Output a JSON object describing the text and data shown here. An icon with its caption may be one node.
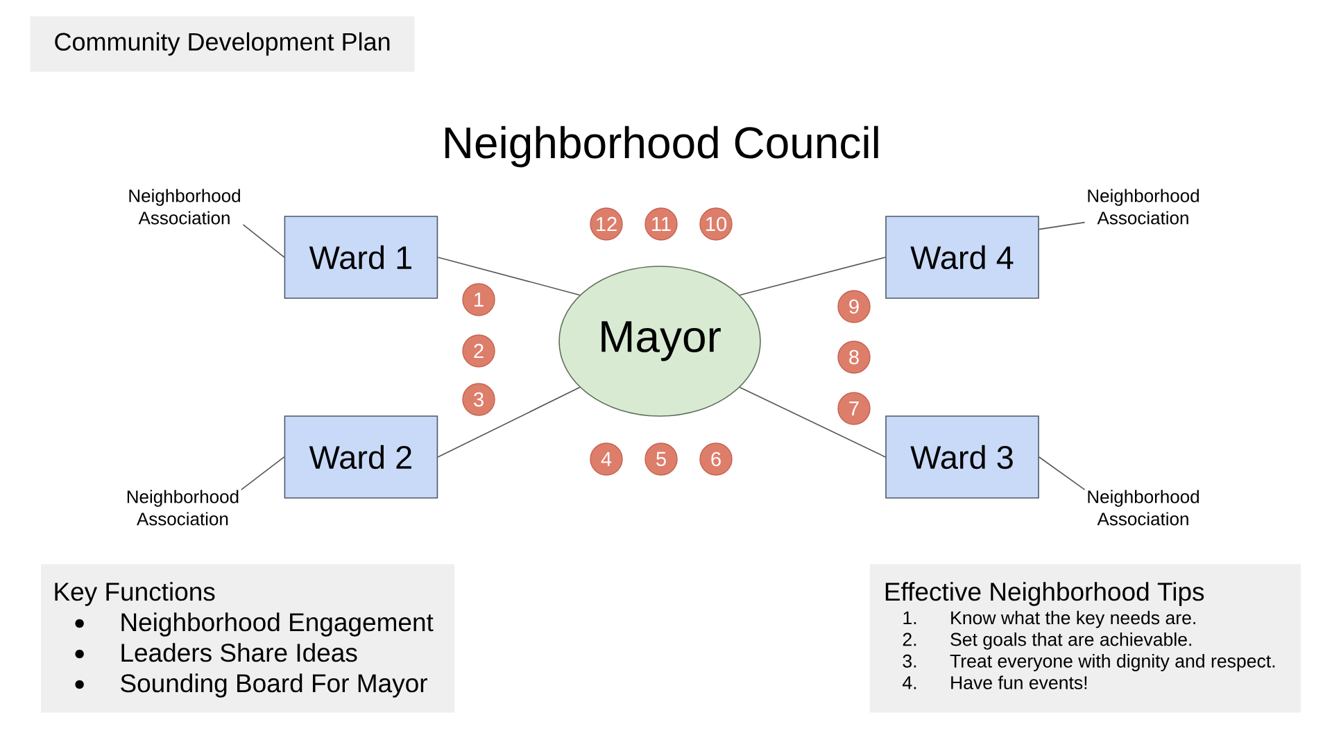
{
  "diagram": {
    "title": "Neighborhood Council",
    "nodes": [
      {
        "text": [
          "Community Development Plan"
        ]
      },
      {
        "text": [
          "Neighborhood Association"
        ]
      },
      {
        "text": [
          "Neighborhood Association"
        ]
      },
      {
        "text": [
          "12"
        ]
      },
      {
        "text": [
          "11"
        ]
      },
      {
        "text": [
          "10"
        ]
      },
      {
        "text": [
          "Ward 1"
        ]
      },
      {
        "text": [
          "Ward 4"
        ]
      },
      {
        "text": [
          "1"
        ]
      },
      {
        "text": [
          "9"
        ]
      },
      {
        "text": [
          "Mayor"
        ]
      },
      {
        "text": [
          "2"
        ]
      },
      {
        "text": [
          "8"
        ]
      },
      {
        "text": [
          "3"
        ]
      },
      {
        "text": [
          "7"
        ]
      },
      {
        "text": [
          "Ward 2"
        ]
      },
      {
        "text": [
          "Ward 3"
        ]
      },
      {
        "text": [
          "4"
        ]
      },
      {
        "text": [
          "5"
        ]
      },
      {
        "text": [
          "6"
        ]
      },
      {
        "text": [
          "Neighborhood Association"
        ]
      },
      {
        "text": [
          "Neighborhood Association"
        ]
      },
      {
        "text": [
          "Key Functions",
          "Neighborhood Engagement",
          "Leaders Share Ideas",
          "Sounding Board For Mayor"
        ]
      },
      {
        "text": [
          "Effective Neighborhood Tips",
          "1.",
          "Know what the key needs are.",
          "2.",
          "Set goals that are achievable.",
          "3.",
          "Treat everyone with dignity and respect.",
          "4.",
          "Have fun events!"
        ]
      }
    ],
    "edges": [
      {
        "from": 1,
        "to": 6,
        "arrow": "none"
      },
      {
        "from": 6,
        "to": 10,
        "arrow": "none"
      },
      {
        "from": 7,
        "to": 2,
        "arrow": "none"
      },
      {
        "from": 7,
        "to": 10,
        "arrow": "none"
      },
      {
        "from": 15,
        "to": 10,
        "arrow": "none"
      },
      {
        "from": 20,
        "to": 15,
        "arrow": "none"
      },
      {
        "from": 16,
        "to": 10,
        "arrow": "none"
      },
      {
        "from": 16,
        "to": 21,
        "arrow": "none"
      }
    ]
  }
}
